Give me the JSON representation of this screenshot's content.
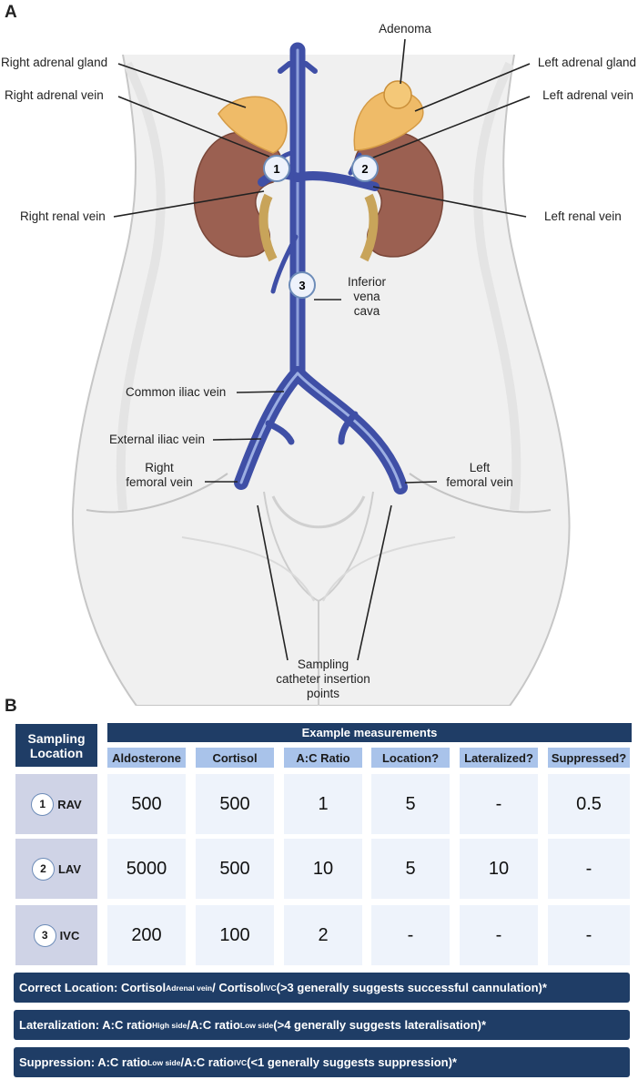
{
  "panelA": {
    "letter": "A",
    "labels": {
      "right_adrenal_gland": "Right adrenal gland",
      "right_adrenal_vein": "Right adrenal vein",
      "right_renal_vein": "Right renal vein",
      "adenoma": "Adenoma",
      "left_adrenal_gland": "Left adrenal gland",
      "left_adrenal_vein": "Left adrenal vein",
      "left_renal_vein": "Left renal vein",
      "ivc_line1": "Inferior",
      "ivc_line2": "vena",
      "ivc_line3": "cava",
      "common_iliac": "Common iliac vein",
      "external_iliac": "External iliac vein",
      "right_femoral_line1": "Right",
      "right_femoral_line2": "femoral vein",
      "left_femoral_line1": "Left",
      "left_femoral_line2": "femoral vein",
      "sampling_line1": "Sampling",
      "sampling_line2": "catheter insertion",
      "sampling_line3": "points"
    },
    "markers": [
      "1",
      "2",
      "3"
    ]
  },
  "panelB": {
    "letter": "B",
    "location_header": "Sampling Location",
    "measurements_header": "Example measurements",
    "columns": [
      "Aldosterone",
      "Cortisol",
      "A:C Ratio",
      "Location?",
      "Lateralized?",
      "Suppressed?"
    ],
    "rows": [
      {
        "num": "1",
        "loc": "RAV",
        "values": [
          "500",
          "500",
          "1",
          "5",
          "-",
          "0.5"
        ]
      },
      {
        "num": "2",
        "loc": "LAV",
        "values": [
          "5000",
          "500",
          "10",
          "5",
          "10",
          "-"
        ]
      },
      {
        "num": "3",
        "loc": "IVC",
        "values": [
          "200",
          "100",
          "2",
          "-",
          "-",
          "-"
        ]
      }
    ],
    "notes": {
      "location": {
        "a": "Correct Location: Cortisol",
        "s1": "Adrenal vein",
        "b": " / Cortisol",
        "s2": "IVC",
        "c": " (>3 generally suggests successful cannulation)*"
      },
      "lateralization": {
        "a": "Lateralization: A:C ratio",
        "s1": "High side",
        "b": "/A:C ratio",
        "s2": "Low side",
        "c": " (>4 generally suggests lateralisation)*"
      },
      "suppression": {
        "a": "Suppression: A:C ratio",
        "s1": "Low side",
        "b": "/A:C ratio",
        "s2": "IVC",
        "c": " (<1 generally suggests suppression)*"
      }
    }
  }
}
